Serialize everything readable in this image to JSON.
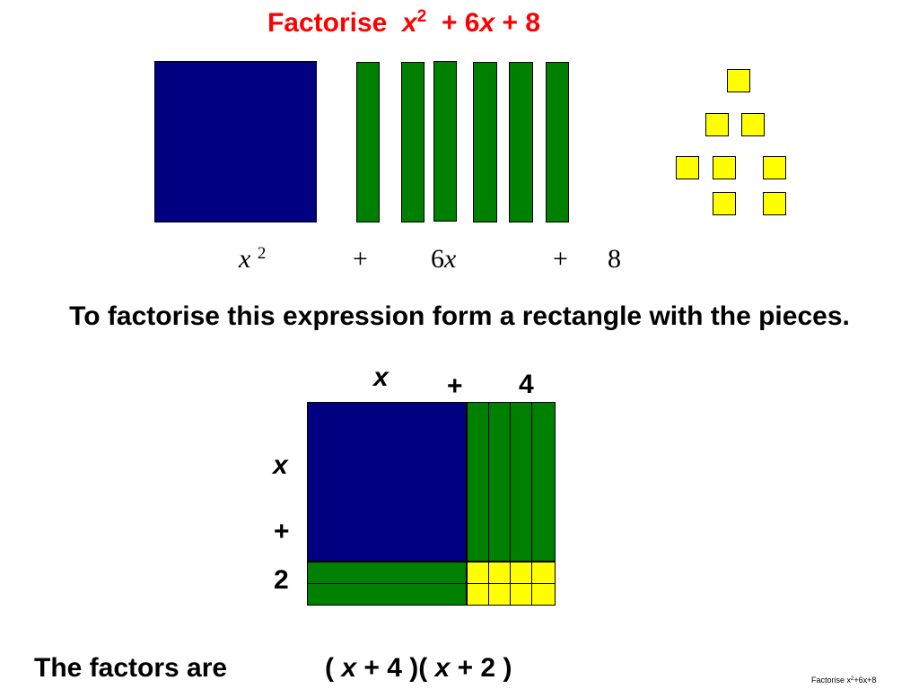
{
  "title": {
    "prefix": "Factorise",
    "var": "x",
    "exp": "2",
    "plus1": "+ 6",
    "var2": "x",
    "rest": "+ 8"
  },
  "pieces_labels": {
    "x": "x",
    "sq": "2",
    "plus1": "+",
    "six": "6",
    "x2": "x",
    "plus2": "+",
    "eight": "8"
  },
  "instruction": "To factorise this expression form a rectangle with the pieces.",
  "rectangle": {
    "top_x": "x",
    "top_plus": "+",
    "top_four": "4",
    "side_x": "x",
    "side_plus": "+",
    "side_two": "2"
  },
  "result": {
    "label": "The factors are",
    "open1": "( ",
    "x1": "x",
    "mid1": " + 4 )( ",
    "x2": "x",
    "mid2": " + 2 )"
  },
  "footer": {
    "text": "Factorise x",
    "exp": "2",
    "rest": "+6x+8"
  },
  "colors": {
    "title": "#ff0000",
    "x_squared_tile": "#000080",
    "x_tile": "#008000",
    "unit_tile": "#ffff00"
  }
}
